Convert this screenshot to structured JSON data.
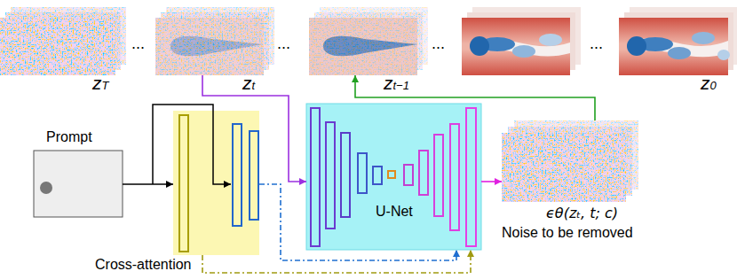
{
  "diagram": {
    "nodes": [
      {
        "text": [
          "zT"
        ]
      },
      {
        "text": [
          "zt"
        ]
      },
      {
        "text": [
          "zt−1"
        ]
      },
      {
        "text": [
          "z0"
        ]
      },
      {
        "text": [
          "Prompt"
        ]
      },
      {
        "text": [
          "Cross-attention"
        ]
      },
      {
        "text": [
          "U-Net"
        ]
      },
      {
        "text": [
          "ϵθ(zₜ, t; c)",
          "Noise to be removed"
        ]
      }
    ],
    "edges": [
      {
        "from": 1,
        "to": 6,
        "arrow": "to"
      },
      {
        "from": 4,
        "to": 5,
        "arrow": "to"
      },
      {
        "from": 5,
        "to": 6,
        "arrow": "to"
      },
      {
        "from": 5,
        "to": 6,
        "arrow": "to"
      },
      {
        "from": 6,
        "to": 7,
        "arrow": "to"
      },
      {
        "from": 7,
        "to": 2,
        "arrow": "to"
      }
    ],
    "labels": [
      "...",
      "...",
      "...",
      "..."
    ]
  }
}
